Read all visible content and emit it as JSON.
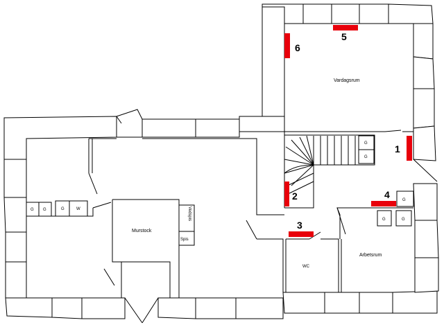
{
  "rooms": {
    "vardagsrum": "Vardagsrum",
    "murstock": "Murstock",
    "arbetsrum": "Arbetsrum",
    "wc": "WC"
  },
  "fixtures": {
    "g": "G",
    "w": "W",
    "vedspis": "Vedspis",
    "spis": "Spis"
  },
  "markers": {
    "m1": "1",
    "m2": "2",
    "m3": "3",
    "m4": "4",
    "m5": "5",
    "m6": "6"
  },
  "colors": {
    "marker": "#e8000b",
    "wall": "#000000",
    "background": "#ffffff"
  }
}
